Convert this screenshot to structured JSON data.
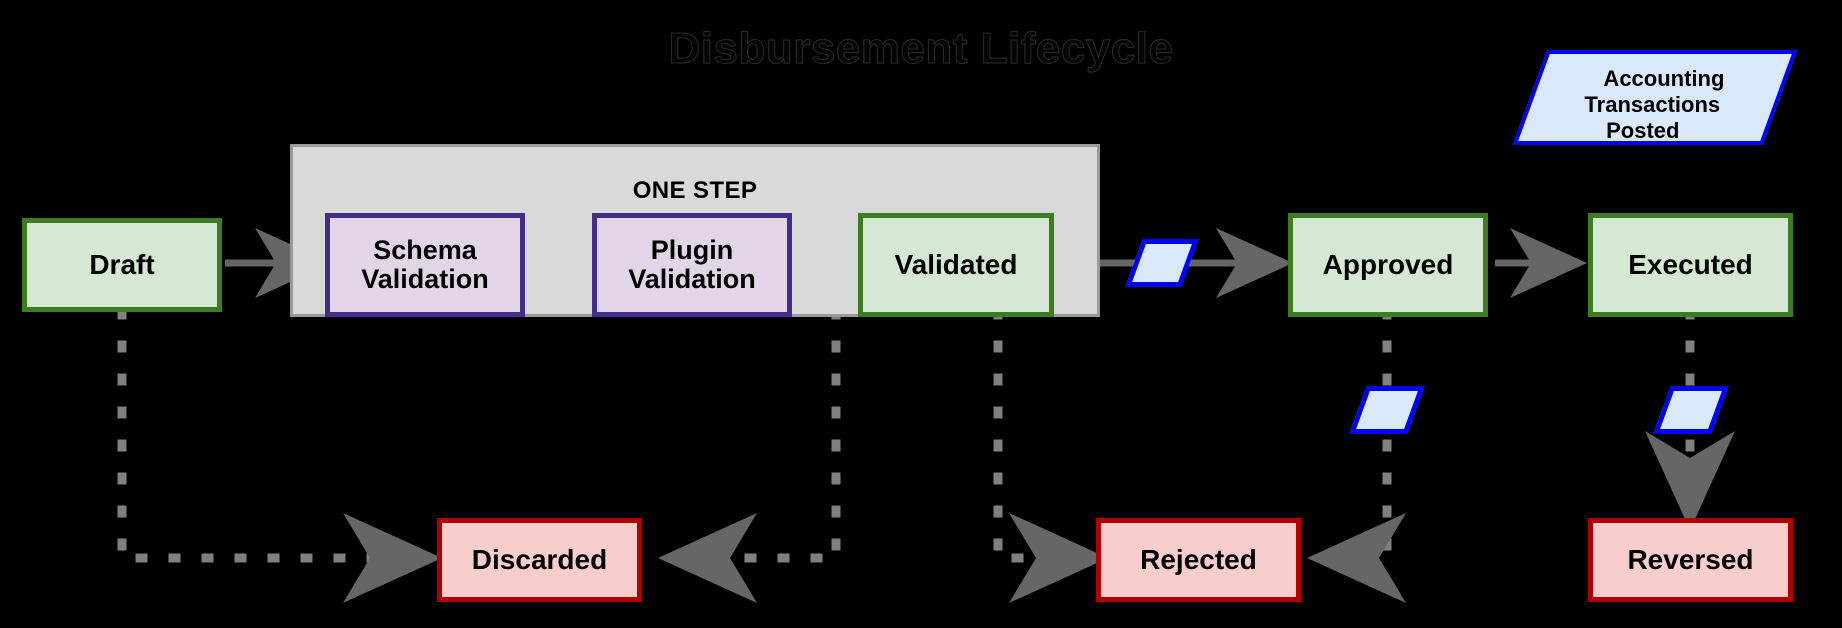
{
  "title": "Disbursement Lifecycle",
  "colors": {
    "background": "#000000",
    "green_border": "#3c7d22",
    "green_fill": "#d5e8d4",
    "purple_border": "#432d89",
    "purple_fill": "#e1d5e7",
    "red_border": "#b20000",
    "red_fill": "#f8cecc",
    "blue_border": "#0000ff",
    "blue_fill": "#dae8fc",
    "group_border": "#9a9a9a",
    "group_fill": "#d9d9d9",
    "edge": "#666666"
  },
  "group": {
    "label": "ONE STEP"
  },
  "nodes": {
    "draft": "Draft",
    "schema_validation": "Schema\nValidation",
    "schema_validation_line1": "Schema",
    "schema_validation_line2": "Validation",
    "plugin_validation_line1": "Plugin",
    "plugin_validation_line2": "Validation",
    "validated": "Validated",
    "approved": "Approved",
    "executed": "Executed",
    "discarded": "Discarded",
    "rejected": "Rejected",
    "reversed": "Reversed"
  },
  "artifacts": {
    "accounting_posted_line1": "Accounting",
    "accounting_posted_line2": "Transactions",
    "accounting_posted_line3": "Posted"
  },
  "chart_data": {
    "type": "diagram",
    "title": "Disbursement Lifecycle",
    "states": [
      {
        "id": "draft",
        "label": "Draft",
        "style": "green",
        "row": "main"
      },
      {
        "id": "schema_validation",
        "label": "Schema Validation",
        "style": "purple",
        "row": "main",
        "group": "ONE STEP"
      },
      {
        "id": "plugin_validation",
        "label": "Plugin Validation",
        "style": "purple",
        "row": "main",
        "group": "ONE STEP"
      },
      {
        "id": "validated",
        "label": "Validated",
        "style": "green",
        "row": "main",
        "group": "ONE STEP"
      },
      {
        "id": "approved",
        "label": "Approved",
        "style": "green",
        "row": "main"
      },
      {
        "id": "executed",
        "label": "Executed",
        "style": "green",
        "row": "main"
      },
      {
        "id": "discarded",
        "label": "Discarded",
        "style": "red",
        "row": "bottom"
      },
      {
        "id": "rejected",
        "label": "Rejected",
        "style": "red",
        "row": "bottom"
      },
      {
        "id": "reversed",
        "label": "Reversed",
        "style": "red",
        "row": "bottom"
      }
    ],
    "artifacts": [
      {
        "id": "accounting_posted",
        "label": "Accounting Transactions Posted",
        "shape": "parallelogram",
        "style": "blue"
      },
      {
        "id": "marker_validated_approved",
        "shape": "parallelogram",
        "style": "blue"
      },
      {
        "id": "marker_approved_rejected",
        "shape": "parallelogram",
        "style": "blue"
      },
      {
        "id": "marker_executed_reversed",
        "shape": "parallelogram",
        "style": "blue"
      }
    ],
    "edges": [
      {
        "from": "draft",
        "to": "schema_validation",
        "style": "solid"
      },
      {
        "from": "schema_validation",
        "to": "plugin_validation",
        "style": "solid"
      },
      {
        "from": "plugin_validation",
        "to": "validated",
        "style": "solid"
      },
      {
        "from": "validated",
        "to": "approved",
        "style": "solid",
        "marker": "marker_validated_approved"
      },
      {
        "from": "approved",
        "to": "executed",
        "style": "solid"
      },
      {
        "from": "draft",
        "to": "discarded",
        "style": "dotted"
      },
      {
        "from": "plugin_validation",
        "to": "discarded",
        "style": "dotted"
      },
      {
        "from": "validated",
        "to": "rejected",
        "style": "dotted"
      },
      {
        "from": "approved",
        "to": "rejected",
        "style": "dotted",
        "marker": "marker_approved_rejected"
      },
      {
        "from": "executed",
        "to": "reversed",
        "style": "dotted",
        "marker": "marker_executed_reversed"
      }
    ]
  }
}
